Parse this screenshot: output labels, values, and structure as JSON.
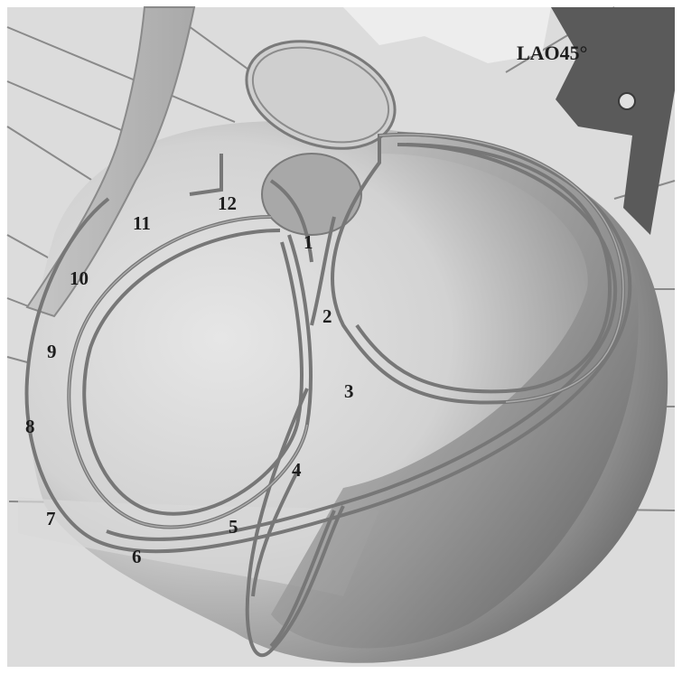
{
  "view_label": "LAO45°",
  "segments": [
    {
      "id": "seg-1",
      "label": "1"
    },
    {
      "id": "seg-2",
      "label": "2"
    },
    {
      "id": "seg-3",
      "label": "3"
    },
    {
      "id": "seg-4",
      "label": "4"
    },
    {
      "id": "seg-5",
      "label": "5"
    },
    {
      "id": "seg-6",
      "label": "6"
    },
    {
      "id": "seg-7",
      "label": "7"
    },
    {
      "id": "seg-8",
      "label": "8"
    },
    {
      "id": "seg-9",
      "label": "9"
    },
    {
      "id": "seg-10",
      "label": "10"
    },
    {
      "id": "seg-11",
      "label": "11"
    },
    {
      "id": "seg-12",
      "label": "12"
    }
  ],
  "colors": {
    "background": "#ffffff",
    "heart_light": "#e2e2e2",
    "heart_shadow": "#5a5a5a",
    "vessel": "#7a7a7a",
    "label": "#1d1d1d"
  }
}
